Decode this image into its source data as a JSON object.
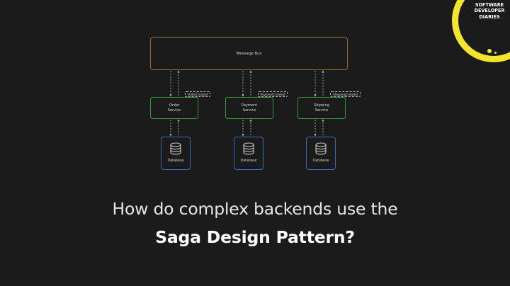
{
  "logo": {
    "lines": [
      "SOFTWARE",
      "DEVELOPER",
      "DIARIES"
    ],
    "color": "#f2e52a"
  },
  "diagram": {
    "bus_label": "Message Bus",
    "services": [
      {
        "line1": "Order",
        "line2": "Service",
        "event": "OrderCreated",
        "db": "Database"
      },
      {
        "line1": "Payment",
        "line2": "Service",
        "event": "PaymentCreated",
        "db": "Database"
      },
      {
        "line1": "Shipping",
        "line2": "Service",
        "event": "ShippingCreated",
        "db": "Database"
      }
    ],
    "colors": {
      "bus_border": "#9a6a1e",
      "service_border": "#2e9b3b",
      "database_border": "#2f6fc2"
    },
    "icons": {
      "database": "database-cylinder-icon"
    }
  },
  "headline": {
    "line1": "How do complex backends use the",
    "line2": "Saga Design Pattern?"
  }
}
